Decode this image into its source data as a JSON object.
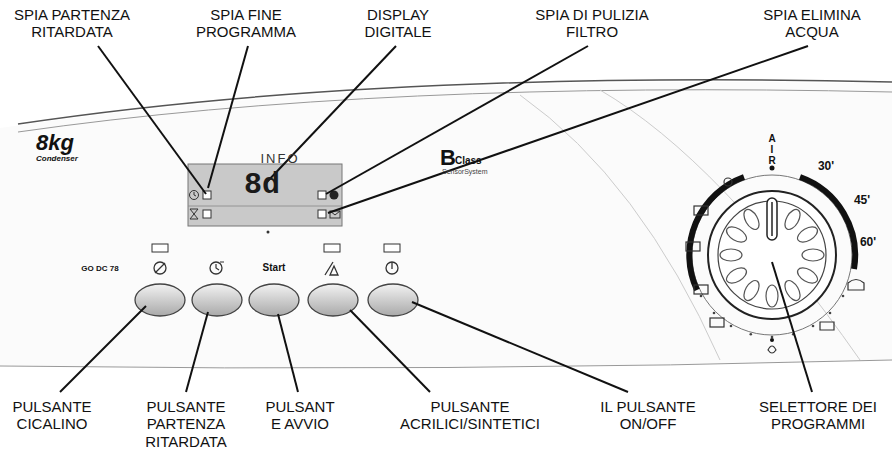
{
  "diagram": {
    "labels": [
      "SPIA PARTENZA RITARDATA",
      "SPIA FINE PROGRAMMA",
      "DISPLAY DIGITALE",
      "SPIA DI PULIZIA FILTRO",
      "SPIA ELIMINA ACQUA",
      "8kg",
      "Condenser",
      "INFO",
      "8d",
      "B",
      "Class",
      "SensorSystem",
      "GO DC 78",
      "Start",
      "A",
      "I",
      "R",
      "30'",
      "45'",
      "60'",
      "PULSANTE CICALINO",
      "PULSANTE PARTENZA RITARDATA",
      "PULSANT E AVVIO",
      "PULSANTE ACRILICI/SINTETICI",
      "IL PULSANTE ON/OFF",
      "SELETTORE DEI PROGRAMMI"
    ]
  }
}
